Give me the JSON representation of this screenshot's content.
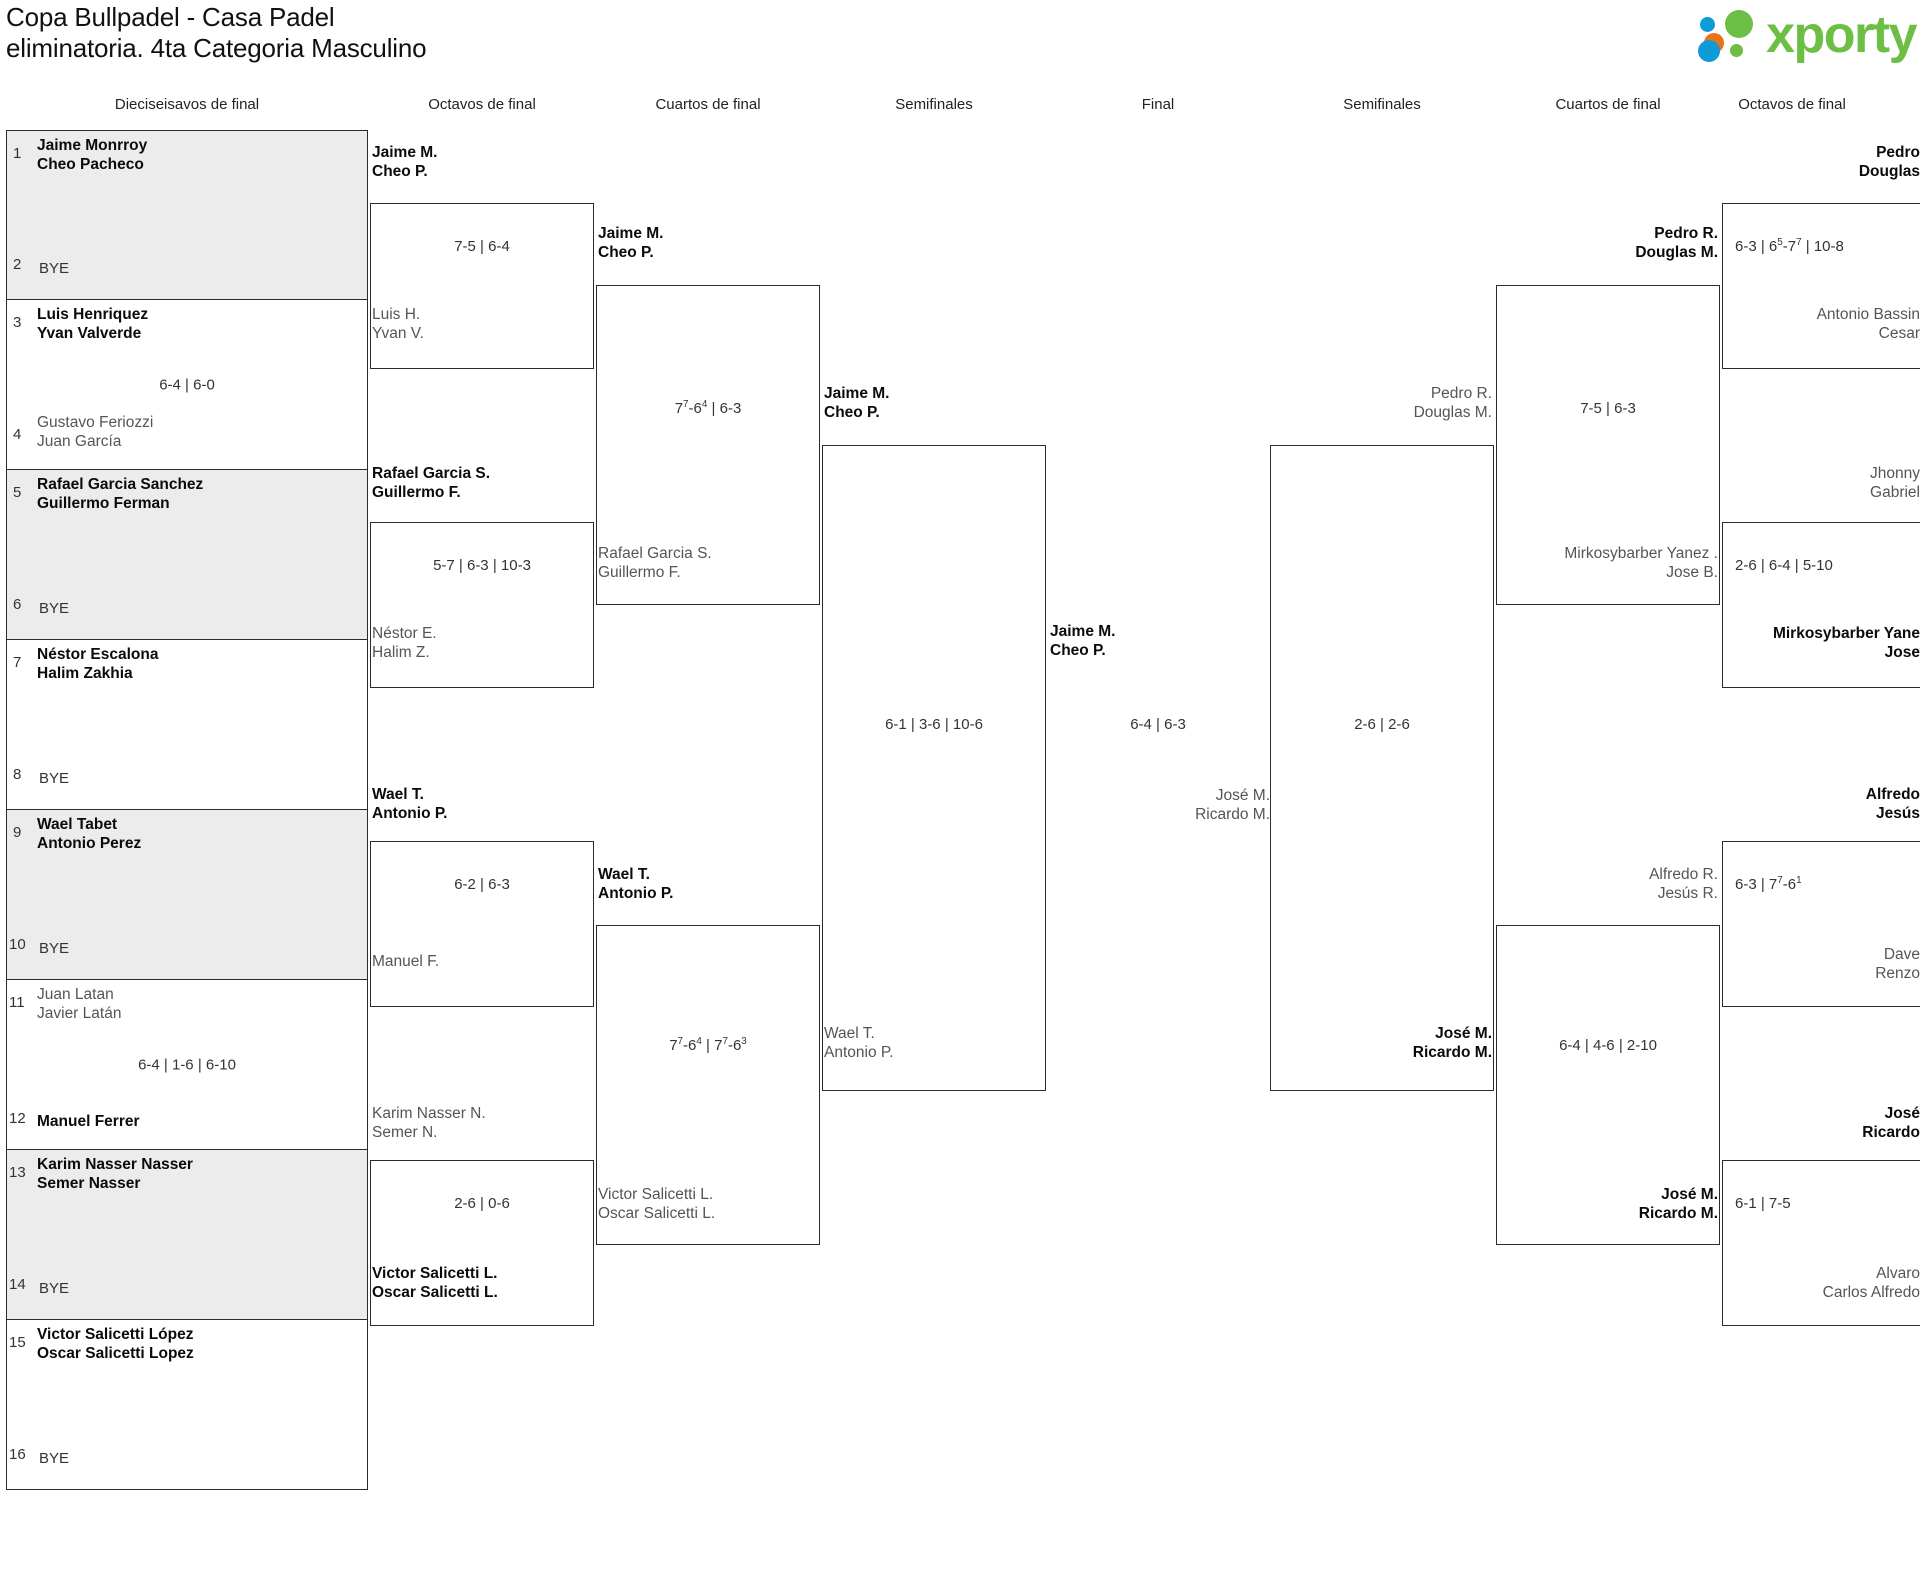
{
  "header": {
    "title_line1": "Copa Bullpadel - Casa Padel",
    "title_line2": "eliminatoria. 4ta Categoria Masculino",
    "logo_text": "xporty",
    "logo_colors": {
      "blue": "#0f9bd7",
      "orange": "#e8741a",
      "green": "#6cbe45"
    }
  },
  "rounds": [
    {
      "label": "Dieciseisavos de final"
    },
    {
      "label": "Octavos de final"
    },
    {
      "label": "Cuartos de final"
    },
    {
      "label": "Semifinales"
    },
    {
      "label": "Final"
    },
    {
      "label": "Semifinales"
    },
    {
      "label": "Cuartos de final"
    },
    {
      "label": "Octavos de final"
    }
  ],
  "seeds": [
    {
      "num": "1",
      "p1": "Jaime Monrroy",
      "p2": "Cheo Pacheco",
      "state": "win"
    },
    {
      "num": "2",
      "bye": "BYE"
    },
    {
      "num": "3",
      "p1": "Luis Henriquez",
      "p2": "Yvan Valverde",
      "state": "win"
    },
    {
      "num": "4",
      "p1": "Gustavo Feriozzi",
      "p2": "Juan García",
      "state": "lose"
    },
    {
      "num": "5",
      "p1": "Rafael Garcia Sanchez",
      "p2": "Guillermo Ferman",
      "state": "win"
    },
    {
      "num": "6",
      "bye": "BYE"
    },
    {
      "num": "7",
      "p1": "Néstor Escalona",
      "p2": "Halim Zakhia",
      "state": "win"
    },
    {
      "num": "8",
      "bye": "BYE"
    },
    {
      "num": "9",
      "p1": "Wael Tabet",
      "p2": "Antonio Perez",
      "state": "win"
    },
    {
      "num": "10",
      "bye": "BYE"
    },
    {
      "num": "11",
      "p1": "Juan Latan",
      "p2": "Javier Latán",
      "state": "lose"
    },
    {
      "num": "12",
      "p1": "Manuel Ferrer",
      "p2": "",
      "state": "win"
    },
    {
      "num": "13",
      "p1": "Karim Nasser Nasser",
      "p2": "Semer Nasser",
      "state": "win"
    },
    {
      "num": "14",
      "bye": "BYE"
    },
    {
      "num": "15",
      "p1": "Victor Salicetti López",
      "p2": "Oscar Salicetti Lopez",
      "state": "win"
    },
    {
      "num": "16",
      "bye": "BYE"
    }
  ],
  "seed_scores": {
    "m2": "6-4 | 6-0",
    "m6": "6-4 | 1-6 | 6-10"
  },
  "left": {
    "octavos": [
      {
        "top_p1": "Jaime M.",
        "top_p2": "Cheo P.",
        "top_state": "win",
        "bot_p1": "Luis H.",
        "bot_p2": "Yvan V.",
        "bot_state": "lose",
        "score": "7-5 | 6-4"
      },
      {
        "top_p1": "Rafael Garcia S.",
        "top_p2": "Guillermo F.",
        "top_state": "win",
        "bot_p1": "Néstor E.",
        "bot_p2": "Halim Z.",
        "bot_state": "lose",
        "score": "5-7 | 6-3 | 10-3"
      },
      {
        "top_p1": "Wael T.",
        "top_p2": "Antonio P.",
        "top_state": "win",
        "bot_p1": "Manuel F.",
        "bot_p2": "",
        "bot_state": "lose",
        "score": "6-2 | 6-3"
      },
      {
        "top_p1": "Karim Nasser N.",
        "top_p2": "Semer N.",
        "top_state": "lose",
        "bot_p1": "Victor Salicetti L.",
        "bot_p2": "Oscar Salicetti L.",
        "bot_state": "win",
        "score": "2-6 | 0-6"
      }
    ],
    "cuartos": [
      {
        "top_p1": "Jaime M.",
        "top_p2": "Cheo P.",
        "top_state": "win",
        "bot_p1": "Rafael Garcia S.",
        "bot_p2": "Guillermo F.",
        "bot_state": "lose",
        "score_html": "7<sup>7</sup>-6<sup>4</sup> | 6-3"
      },
      {
        "top_p1": "Wael T.",
        "top_p2": "Antonio P.",
        "top_state": "win",
        "bot_p1": "Victor Salicetti L.",
        "bot_p2": "Oscar Salicetti L.",
        "bot_state": "lose",
        "score_html": "7<sup>7</sup>-6<sup>4</sup> | 7<sup>7</sup>-6<sup>3</sup>"
      }
    ],
    "semifinal": {
      "top_p1": "Jaime M.",
      "top_p2": "Cheo P.",
      "top_state": "win",
      "bot_p1": "Wael T.",
      "bot_p2": "Antonio P.",
      "bot_state": "lose",
      "score": "6-1 | 3-6 | 10-6"
    }
  },
  "final": {
    "winner_p1": "Jaime M.",
    "winner_p2": "Cheo P.",
    "runner_p1": "José M.",
    "runner_p2": "Ricardo M.",
    "score": "6-4 | 6-3"
  },
  "right": {
    "semifinal": {
      "top_p1": "Pedro R.",
      "top_p2": "Douglas M.",
      "top_state": "lose",
      "bot_p1": "José M.",
      "bot_p2": "Ricardo M.",
      "bot_state": "win",
      "score": "2-6 | 2-6"
    },
    "cuartos": [
      {
        "top_p1": "Pedro R.",
        "top_p2": "Douglas M.",
        "top_state": "win",
        "bot_p1": "Mirkosybarber Yanez .",
        "bot_p2": "Jose B.",
        "bot_state": "lose",
        "score": "7-5 | 6-3"
      },
      {
        "top_p1": "Alfredo R.",
        "top_p2": "Jesús R.",
        "top_state": "lose",
        "bot_p1": "José M.",
        "bot_p2": "Ricardo M.",
        "bot_state": "win",
        "score": "6-4 | 4-6 | 2-10"
      }
    ],
    "octavos": [
      {
        "top_p1": "Pedro",
        "top_p2": "Douglas",
        "top_state": "win",
        "bot_p1": "Antonio Bassin",
        "bot_p2": "Cesar",
        "bot_state": "lose",
        "score_html": "6-3 | 6<sup>5</sup>-7<sup>7</sup> | 10-8"
      },
      {
        "top_p1": "Jhonny",
        "top_p2": "Gabriel",
        "top_state": "lose",
        "bot_p1": "Mirkosybarber Yane",
        "bot_p2": "Jose",
        "bot_state": "win",
        "score_html": "2-6 | 6-4 | 5-10"
      },
      {
        "top_p1": "Alfredo",
        "top_p2": "Jesús",
        "top_state": "win",
        "bot_p1": "Dave",
        "bot_p2": "Renzo",
        "bot_state": "lose",
        "score_html": "6-3 | 7<sup>7</sup>-6<sup>1</sup>"
      },
      {
        "top_p1": "José",
        "top_p2": "Ricardo",
        "top_state": "win",
        "bot_p1": "Alvaro",
        "bot_p2": "Carlos Alfredo",
        "bot_state": "lose",
        "score_html": "6-1 | 7-5"
      }
    ]
  }
}
